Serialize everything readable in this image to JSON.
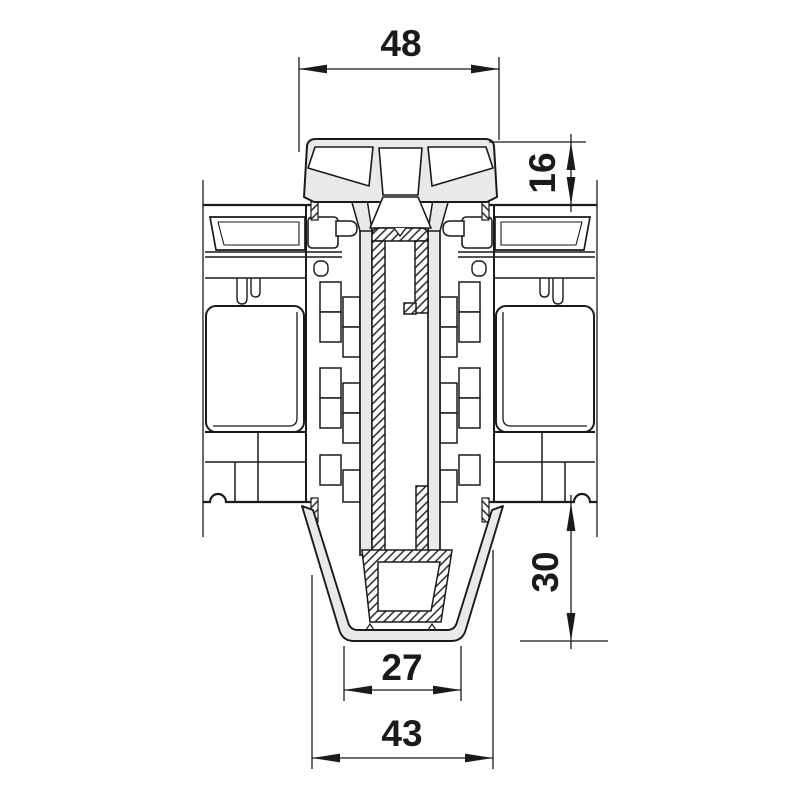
{
  "drawing": {
    "kind": "profile-cross-section",
    "dimensions": {
      "top_width": "48",
      "cap_height": "16",
      "bottom_cap_height": "30",
      "bottom_inner_width": "27",
      "bottom_outer_width": "43"
    },
    "colors": {
      "line": "#1a1a1a",
      "profile_fill": "#e9e9e9",
      "background": "#ffffff",
      "hatch_line": "#1a1a1a"
    }
  }
}
